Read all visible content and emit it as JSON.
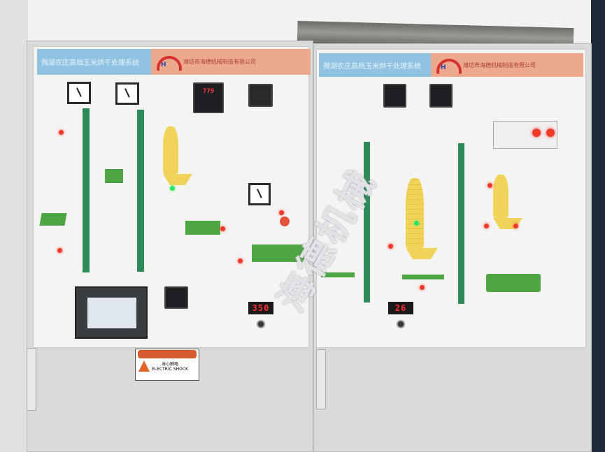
{
  "left_panel": {
    "title": "微湖农庄高档玉米烘干处理系统",
    "company": "潍坊市海德机械制造有限公司",
    "logo_text": "H",
    "temp_controller_reading": "779",
    "bottom_display_value": "350",
    "warning_sign": {
      "title": "当心触电",
      "text": "ELECTRIC SHOCK"
    }
  },
  "right_panel": {
    "title": "微湖农庄高档玉米烘干处理系统",
    "company": "潍坊市海德机械制造有限公司",
    "logo_text": "H",
    "bottom_display_value": "26"
  },
  "watermark": "海德机械",
  "colors": {
    "header_blue": "#8fc3e1",
    "header_salmon": "#eda98e",
    "elevator_green": "#2f8a5a",
    "silo_yellow": "#f2d35a",
    "lamp_red": "#ef3a2a"
  }
}
